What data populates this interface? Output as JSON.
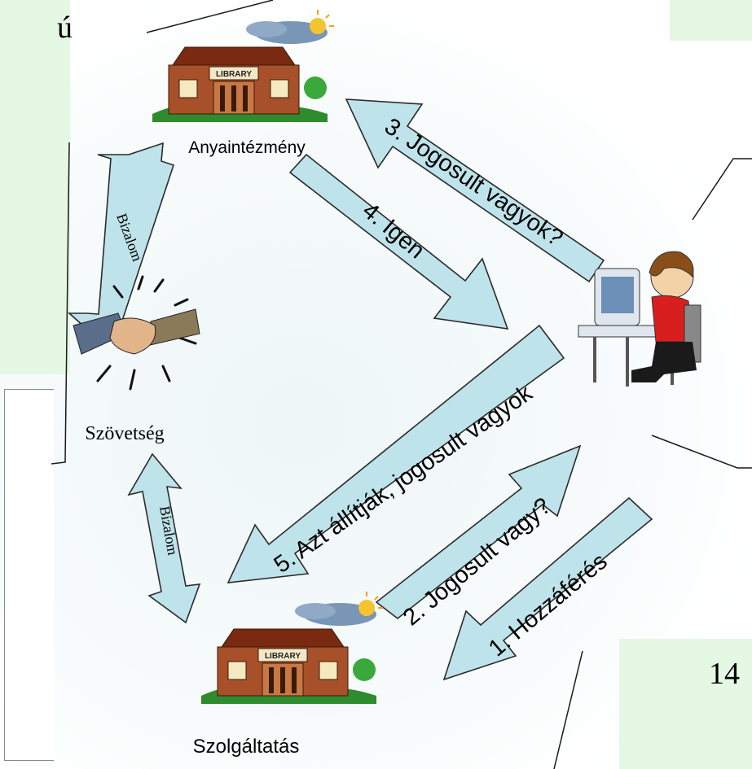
{
  "corner_text": "ú",
  "page_number": "14",
  "nodes": {
    "home_institution": "Anyaintézmény",
    "federation": "Szövetség",
    "service": "Szolgáltatás"
  },
  "library_sign": "LIBRARY",
  "arrows": {
    "step1": "1. Hozzáférés",
    "step2": "2. Jogosult vagy?",
    "step3": "3. Jogosult vagyok?",
    "step4": "4. Igen",
    "step5": "5. Azt állítják, jogosult vagyok",
    "trust_top": "Bizalom",
    "trust_bottom": "Bizalom"
  },
  "colors": {
    "arrow_fill": "#bfe3ea",
    "arrow_stroke": "#2b2b2b",
    "panel_green": "#e4f8e4"
  }
}
